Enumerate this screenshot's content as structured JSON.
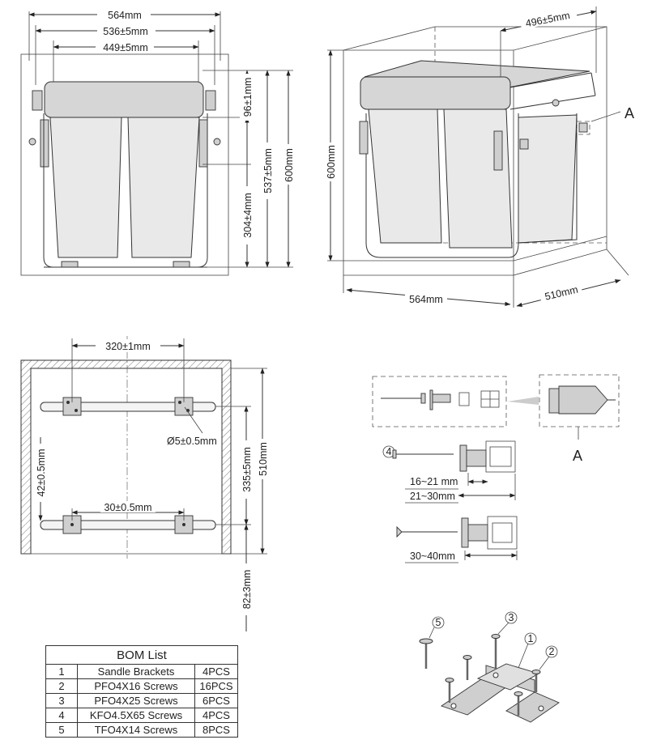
{
  "front_view": {
    "dims": {
      "overall_width": "564mm",
      "inner_width": "536±5mm",
      "rail_spacing": "449±5mm",
      "top_height": "96±1mm",
      "middle_height": "537±5mm",
      "lower_height": "304±4mm",
      "total_height": "600mm"
    }
  },
  "iso_view": {
    "dims": {
      "depth_top": "496±5mm",
      "height": "600mm",
      "width": "564mm",
      "depth": "510mm"
    },
    "callout": "A"
  },
  "plan_view": {
    "dims": {
      "bracket_spacing": "320±1mm",
      "hole_dia": "Ø5±0.5mm",
      "front_offset": "42±0.5mm",
      "rail_offset": "30±0.5mm",
      "rail_depth": "335±5mm",
      "cabinet_depth": "510mm",
      "rear_offset": "82±3mm"
    }
  },
  "fixings": {
    "detail_label": "A",
    "range1": "16~21 mm",
    "range2": "21~30mm",
    "range3": "30~40mm",
    "callout4": "4"
  },
  "bracket": {
    "callouts": [
      "5",
      "3",
      "1",
      "2"
    ]
  },
  "bom": {
    "title": "BOM List",
    "rows": [
      {
        "no": "1",
        "name": "Sandle Brackets",
        "qty": "4PCS"
      },
      {
        "no": "2",
        "name": "PFO4X16 Screws",
        "qty": "16PCS"
      },
      {
        "no": "3",
        "name": "PFO4X25 Screws",
        "qty": "6PCS"
      },
      {
        "no": "4",
        "name": "KFO4.5X65 Screws",
        "qty": "4PCS"
      },
      {
        "no": "5",
        "name": "TFO4X14 Screws",
        "qty": "8PCS"
      }
    ]
  }
}
